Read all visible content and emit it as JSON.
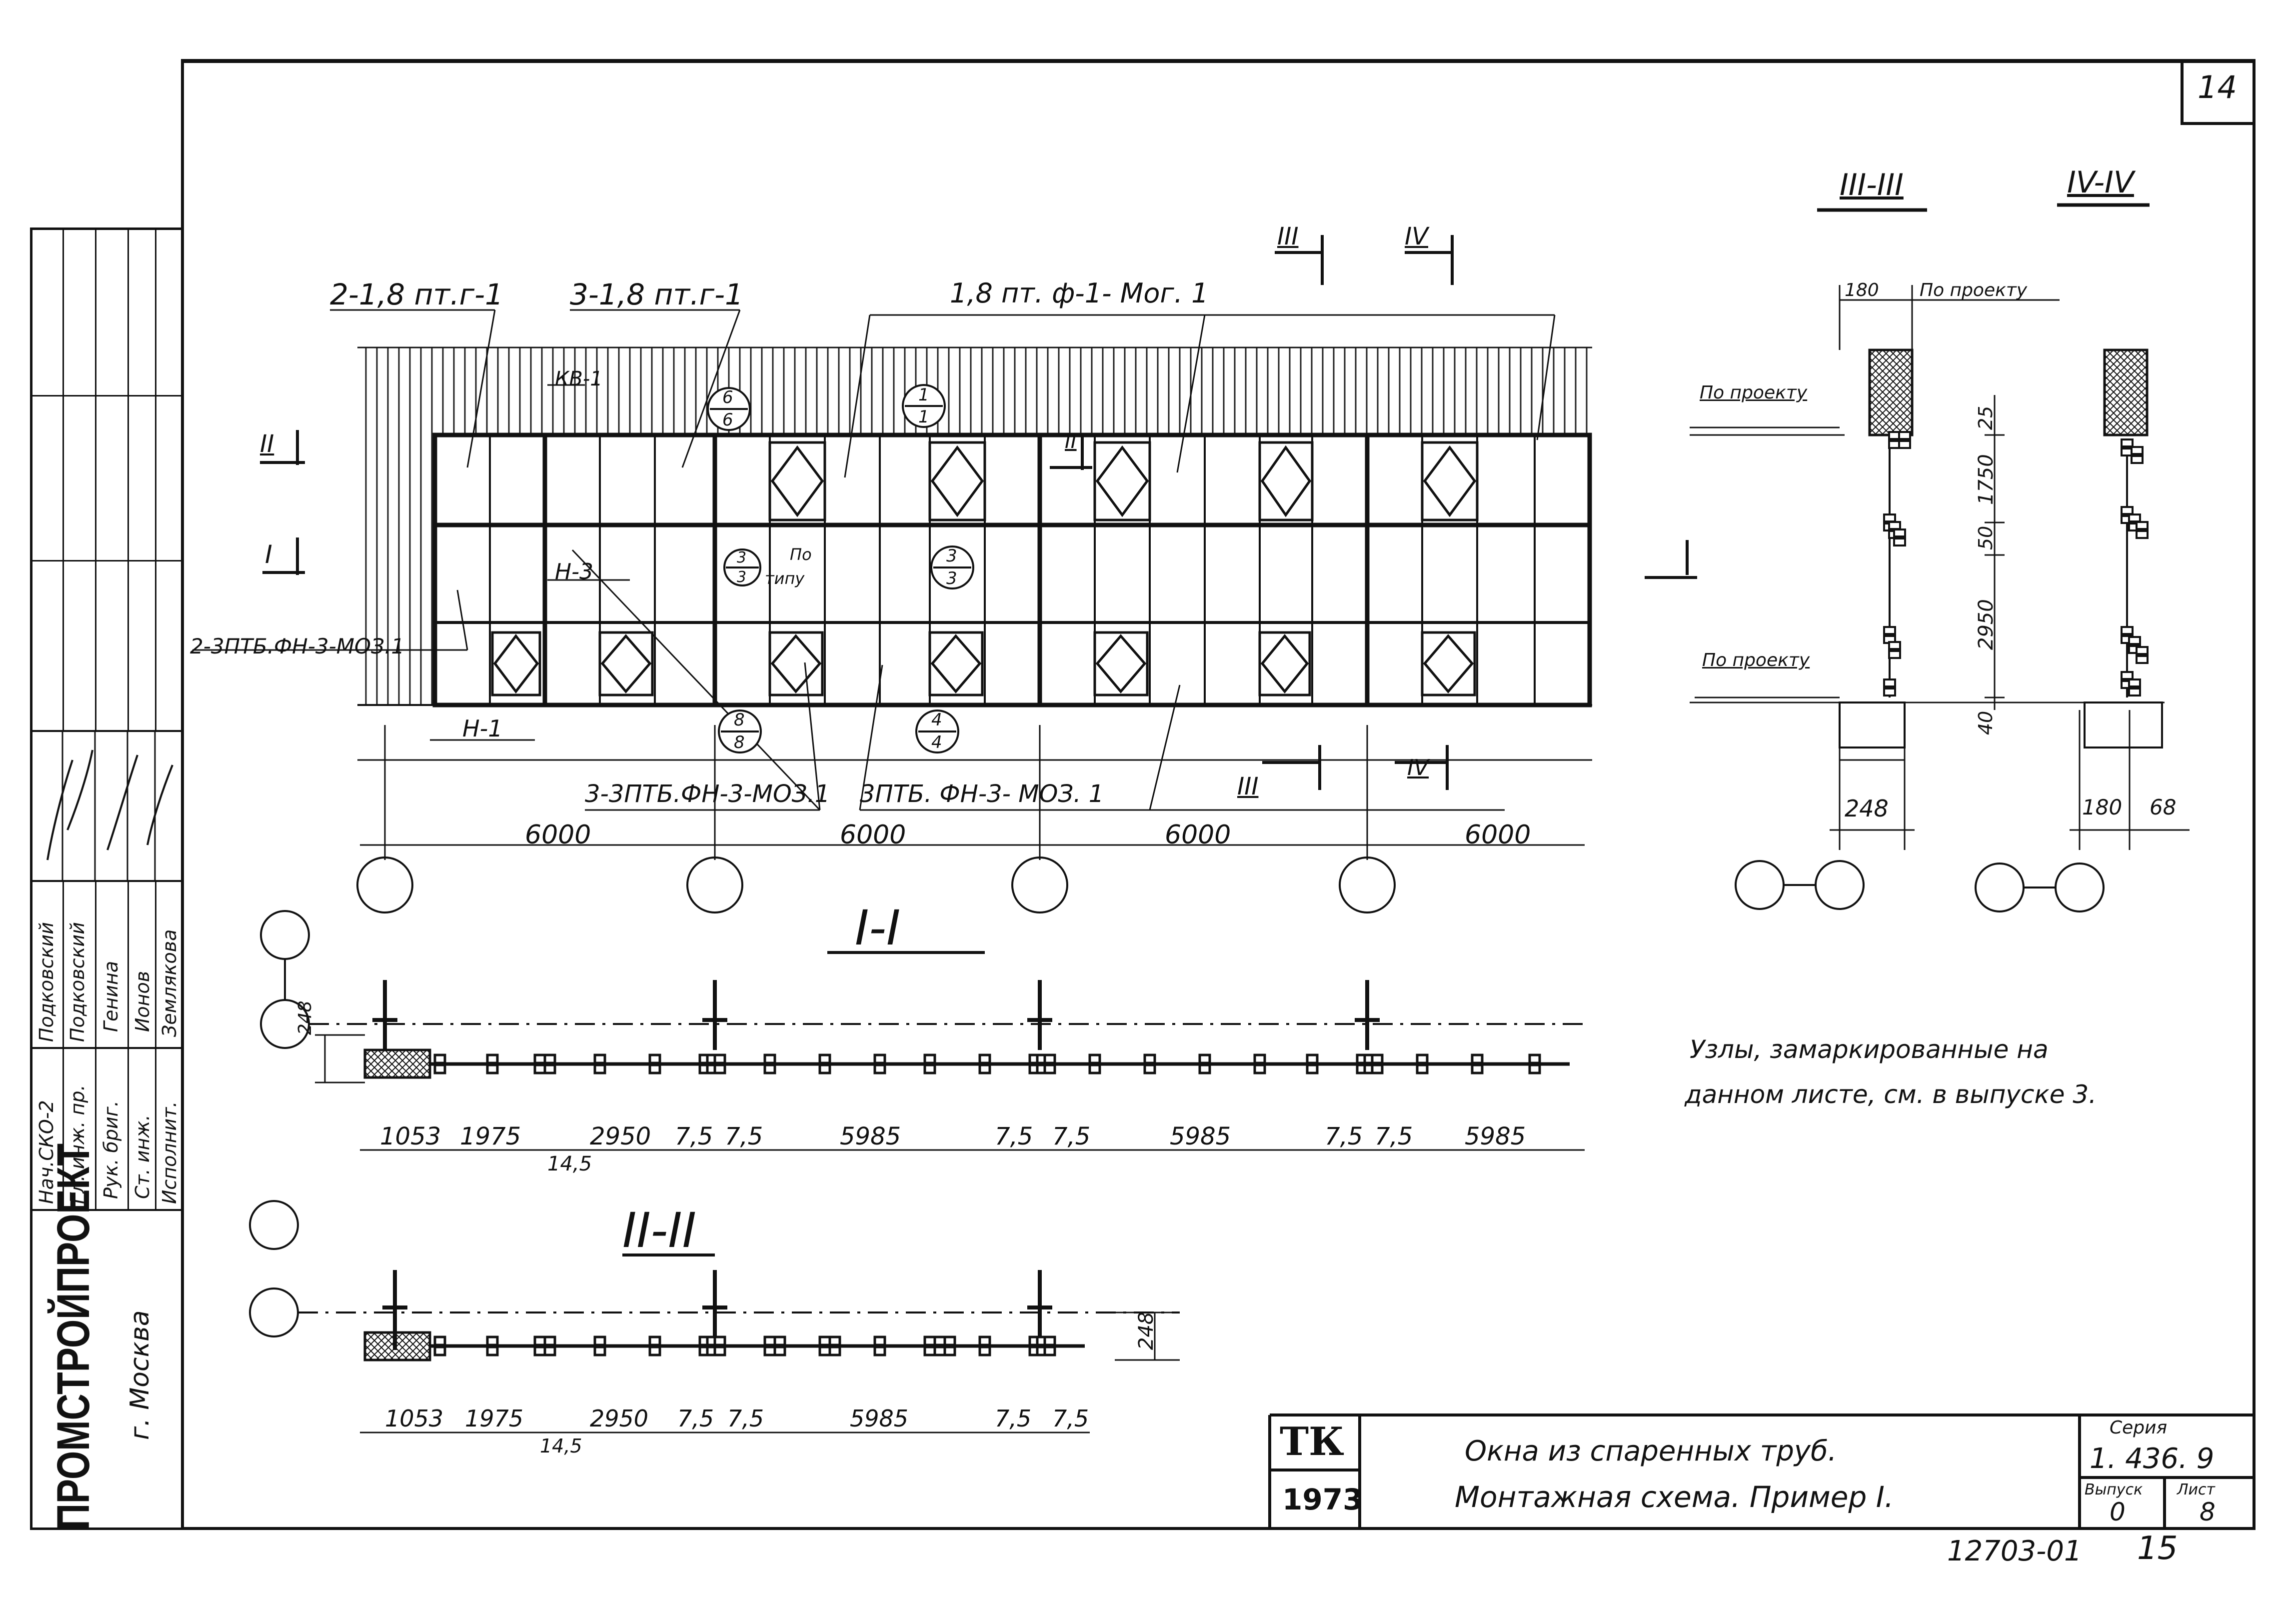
{
  "sheet": {
    "page_number": "14",
    "bottom_code": "12703-01",
    "bottom_number": "15"
  },
  "side_stamp": {
    "company": "ПРОМСТРОЙПРОЕКТ",
    "city": "г. Москва",
    "roles": [
      "Нач.СКО-2",
      "Гл. инж. пр.",
      "Рук. бриг.",
      "Ст. инж.",
      "Исполнит."
    ],
    "names": [
      "Подковский",
      "Подковский",
      "Генина",
      "Ионов",
      "Землякова"
    ]
  },
  "title_block": {
    "stamp_letters": "ТК",
    "stamp_year": "1973",
    "title_line1": "Окна из спаренных труб.",
    "title_line2": "Монтажная схема. Пример I.",
    "series_label": "Серия",
    "series_value": "1. 436. 9",
    "issue_label": "Выпуск",
    "issue_value": "0",
    "sheet_label": "Лист",
    "sheet_value": "8"
  },
  "elevation": {
    "labels": {
      "top_left1": "2-1,8 пт.г-1",
      "top_left2": "3-1,8 пт.г-1",
      "top_right": "1,8 пт. ф-1- Мог. 1",
      "kb": "КВ-1",
      "n3": "Н-3",
      "n1": "Н-1",
      "left_side": "2-3ПТБ.ФН-3-МОЗ.1",
      "bottom1": "3-3ПТБ.ФН-3-МОЗ.1",
      "bottom2": "3ПТБ. ФН-3- МОЗ. 1",
      "po_tipu_1": "По",
      "po_tipu_2": "типу"
    },
    "node_marks": [
      {
        "top": "6",
        "bottom": "6"
      },
      {
        "top": "1",
        "bottom": "1"
      },
      {
        "top": "3",
        "bottom": "3"
      },
      {
        "top": "3",
        "bottom": "3"
      },
      {
        "top": "8",
        "bottom": "8"
      },
      {
        "top": "4",
        "bottom": "4"
      }
    ],
    "section_marks": [
      "III",
      "IV",
      "II",
      "I",
      "III",
      "IV",
      "II"
    ],
    "spans": [
      "6000",
      "6000",
      "6000",
      "6000"
    ]
  },
  "section_I": {
    "title": "I-I",
    "dim_248": "248",
    "dims": [
      "1053",
      "1975",
      "2950",
      "7,5",
      "7,5",
      "5985",
      "7,5",
      "7,5",
      "5985",
      "7,5",
      "7,5",
      "5985"
    ],
    "dim_below": "14,5"
  },
  "section_II": {
    "title": "II-II",
    "dim_248": "248",
    "dims": [
      "1053",
      "1975",
      "2950",
      "7,5",
      "7,5",
      "5985",
      "7,5",
      "7,5"
    ],
    "dim_below": "14,5"
  },
  "sections_right": {
    "title3": "III-III",
    "title4": "IV-IV",
    "dim_180": "180",
    "po_proektu_top": "По проекту",
    "po_proektu_1": "По проекту",
    "po_proektu_2": "По проекту",
    "vert_dims": [
      "25",
      "1750",
      "50",
      "2950",
      "40"
    ],
    "dim_248": "248",
    "dim_180b": "180",
    "dim_68": "68"
  },
  "note": {
    "line1": "Узлы, замаркированные на",
    "line2": "данном листе, см. в выпуске 3."
  }
}
